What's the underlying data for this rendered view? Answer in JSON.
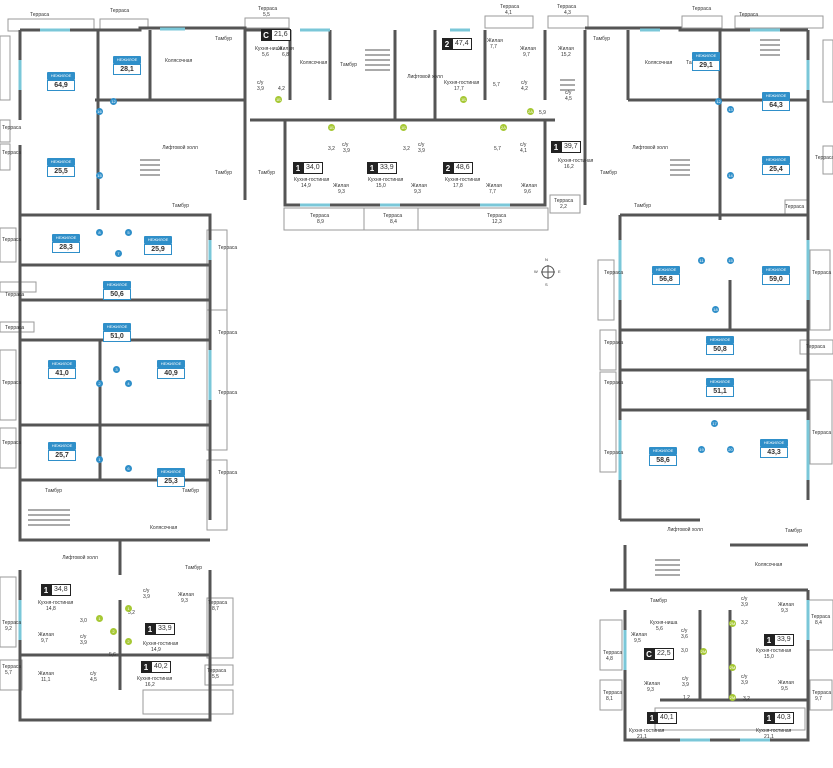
{
  "labels": {
    "terrace": "Терраса",
    "non_residential": "НЕЖИЛОЕ",
    "stroller": "Колясочная",
    "vestibule": "Тамбур",
    "elevator_hall": "Лифтовой холл",
    "kitchen_living": "Кухня-гостиная",
    "kitchen_niche": "Кухня-ниша",
    "living": "Жилая",
    "bathroom": "с/у"
  },
  "colors": {
    "blue": "#2f8fc9",
    "green": "#a6c834",
    "wall": "#555555",
    "dark": "#222222"
  },
  "non_residential_units": [
    {
      "id": "n1",
      "area": "64,9"
    },
    {
      "id": "n2",
      "area": "28,1"
    },
    {
      "id": "n3",
      "area": "25,5"
    },
    {
      "id": "n4",
      "area": "28,3"
    },
    {
      "id": "n5",
      "area": "25,9"
    },
    {
      "id": "n6",
      "area": "50,6"
    },
    {
      "id": "n7",
      "area": "51,0"
    },
    {
      "id": "n8",
      "area": "41,0"
    },
    {
      "id": "n9",
      "area": "40,9"
    },
    {
      "id": "n10",
      "area": "25,7"
    },
    {
      "id": "n11",
      "area": "25,3"
    },
    {
      "id": "n12",
      "area": "29,1"
    },
    {
      "id": "n13",
      "area": "64,3"
    },
    {
      "id": "n14",
      "area": "25,4"
    },
    {
      "id": "n15",
      "area": "56,8"
    },
    {
      "id": "n16",
      "area": "59,0"
    },
    {
      "id": "n17",
      "area": "50,8"
    },
    {
      "id": "n18",
      "area": "51,1"
    },
    {
      "id": "n19",
      "area": "58,6"
    },
    {
      "id": "n20",
      "area": "43,3"
    }
  ],
  "apartments": [
    {
      "id": "a1",
      "rooms": "С",
      "area": "21,6"
    },
    {
      "id": "a2",
      "rooms": "2",
      "area": "47,4"
    },
    {
      "id": "a3",
      "rooms": "1",
      "area": "34,0"
    },
    {
      "id": "a4",
      "rooms": "1",
      "area": "33,9"
    },
    {
      "id": "a5",
      "rooms": "2",
      "area": "48,6"
    },
    {
      "id": "a6",
      "rooms": "1",
      "area": "39,7"
    },
    {
      "id": "a7",
      "rooms": "1",
      "area": "34,8"
    },
    {
      "id": "a8",
      "rooms": "1",
      "area": "33,9"
    },
    {
      "id": "a9",
      "rooms": "1",
      "area": "40,2"
    },
    {
      "id": "a10",
      "rooms": "1",
      "area": "33,9"
    },
    {
      "id": "a11",
      "rooms": "С",
      "area": "22,5"
    },
    {
      "id": "a12",
      "rooms": "1",
      "area": "40,1"
    },
    {
      "id": "a13",
      "rooms": "1",
      "area": "40,3"
    }
  ],
  "room_areas": {
    "t1": "5,5",
    "t2": "4,1",
    "t3": "4,3",
    "t4": "8,9",
    "t5": "8,4",
    "t6": "12,3",
    "t7": "2,2",
    "t8": "8,7",
    "t9": "9,2",
    "t10": "5,7",
    "t11": "5,5",
    "t12": "4,8",
    "t13": "8,1",
    "t14": "8,4",
    "t15": "9,7",
    "k1": "5,6",
    "j1": "6,8",
    "b1": "3,9",
    "x1": "4,2",
    "j2": "7,7",
    "j3": "9,7",
    "kg1": "17,7",
    "x2": "5,7",
    "b2": "4,2",
    "j4": "15,2",
    "b3": "4,5",
    "x3": "3,2",
    "b4": "3,9",
    "kg2": "14,9",
    "j5": "9,3",
    "kg3": "15,0",
    "j6": "9,3",
    "x4": "3,2",
    "b5": "3,9",
    "kg4": "17,8",
    "j7": "7,7",
    "j8": "9,6",
    "x5": "5,7",
    "b6": "4,1",
    "kg5": "16,2",
    "x6": "5,9",
    "kg6": "14,8",
    "j9": "9,7",
    "b7": "3,9",
    "x7": "3,0",
    "x8": "5,6",
    "b8": "3,9",
    "j10": "9,3",
    "kg7": "14,9",
    "x9": "5,2",
    "j11": "11,1",
    "b9": "4,5",
    "kg8": "16,2",
    "k2": "5,6",
    "j12": "9,5",
    "b10": "3,6",
    "x10": "3,0",
    "j13": "9,3",
    "b11": "3,9",
    "x11": "1,2",
    "kg9": "21,1",
    "kg10": "21,1",
    "b12": "3,9",
    "j14": "9,3",
    "kg11": "15,0",
    "b13": "3,9",
    "j15": "9,5",
    "x12": "3,2",
    "x13": "3,2"
  },
  "markers_blue": [
    "16",
    "12",
    "15",
    "8",
    "5",
    "7",
    "2",
    "4",
    "3",
    "6",
    "1",
    "5",
    "13",
    "12",
    "14",
    "11",
    "15",
    "18",
    "17",
    "19",
    "20"
  ],
  "markers_green": [
    "1Б",
    "1Б",
    "1Б",
    "1Б",
    "2А",
    "2А",
    "1",
    "2",
    "1",
    "2",
    "2М",
    "2М",
    "2М",
    "2М"
  ],
  "compass": {
    "n": "N",
    "s": "S",
    "e": "E",
    "w": "W"
  }
}
